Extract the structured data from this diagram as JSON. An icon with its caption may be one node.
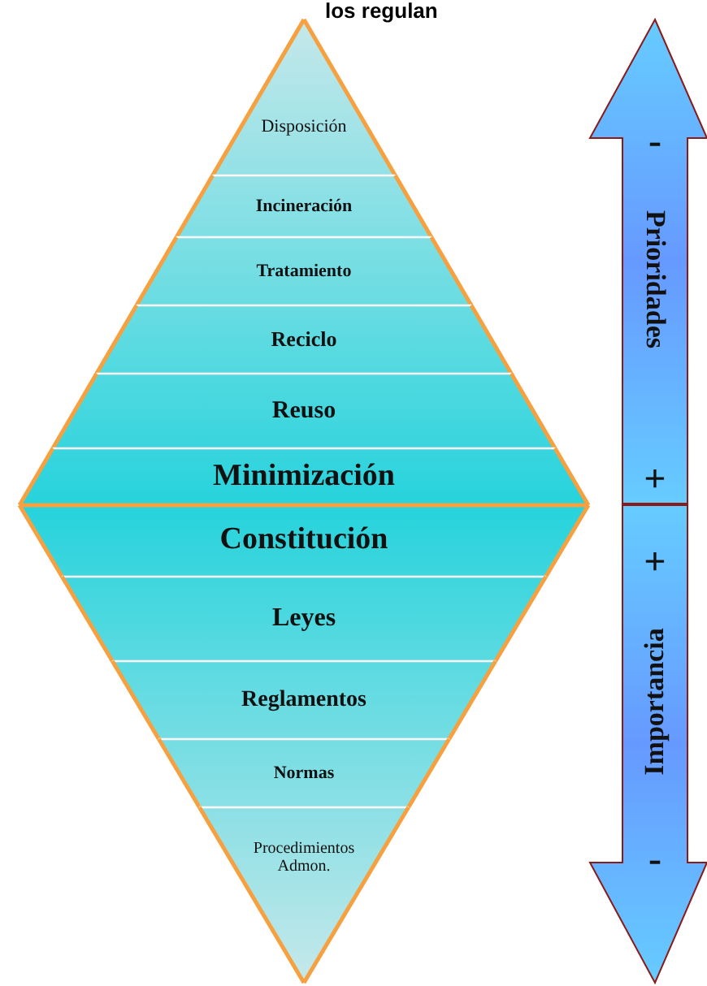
{
  "diagram": {
    "title": "los regulan",
    "nodes": [
      {
        "text": [
          "Disposición"
        ]
      },
      {
        "text": [
          "Incineración"
        ]
      },
      {
        "text": [
          "Tratamiento"
        ]
      },
      {
        "text": [
          "Reciclo"
        ]
      },
      {
        "text": [
          "Reuso"
        ]
      },
      {
        "text": [
          "Minimización"
        ]
      },
      {
        "text": [
          "Constitución"
        ]
      },
      {
        "text": [
          "Leyes"
        ]
      },
      {
        "text": [
          "Reglamentos"
        ]
      },
      {
        "text": [
          "Normas"
        ]
      },
      {
        "text": [
          "Procedimientos Admon."
        ]
      },
      {
        "text": [
          "-",
          "Prioridades",
          "+"
        ]
      },
      {
        "text": [
          "+",
          "Importancia",
          "-"
        ]
      }
    ]
  }
}
